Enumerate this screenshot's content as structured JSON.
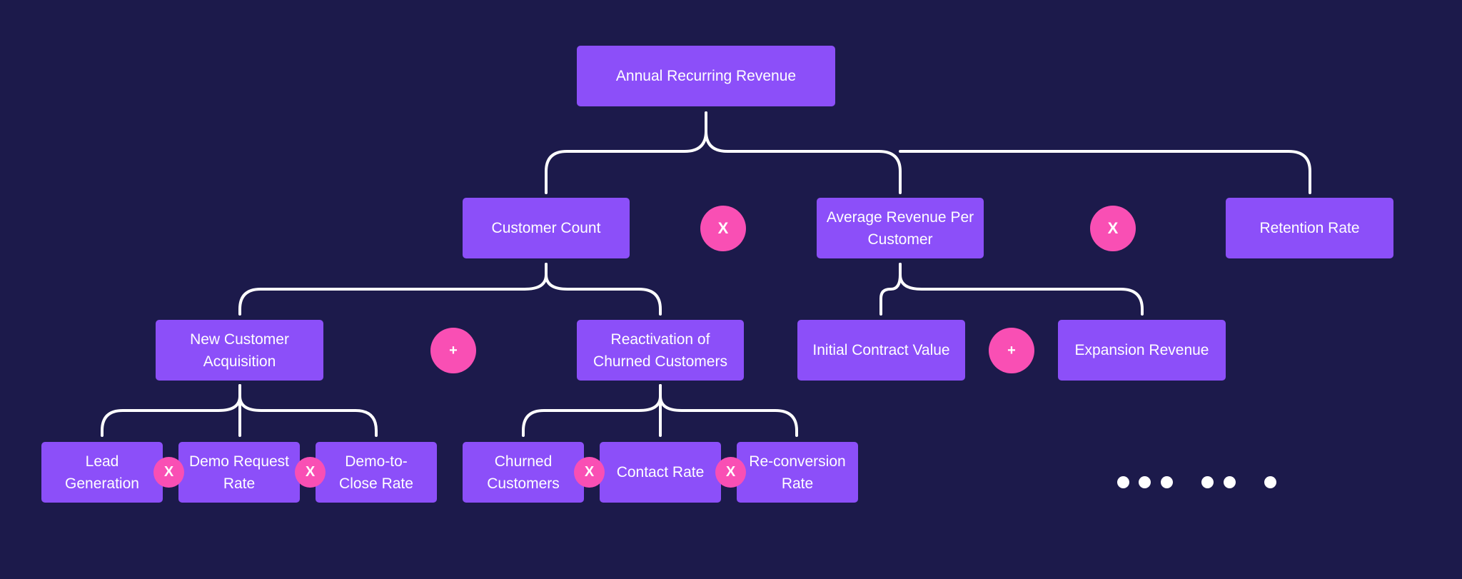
{
  "colors": {
    "background": "#1c1a4b",
    "node": "#8c4ff9",
    "operator": "#f94fb4",
    "line": "#ffffff"
  },
  "nodes": {
    "arr": "Annual Recurring Revenue",
    "customer_count": "Customer Count",
    "arpc": "Average Revenue Per Customer",
    "retention_rate": "Retention Rate",
    "new_customer_acquisition": "New Customer Acquisition",
    "reactivation": "Reactivation of Churned Customers",
    "initial_contract_value": "Initial Contract Value",
    "expansion_revenue": "Expansion Revenue",
    "lead_generation": "Lead Generation",
    "demo_request_rate": "Demo Request Rate",
    "demo_to_close_rate": "Demo-to-Close Rate",
    "churned_customers": "Churned Customers",
    "contact_rate": "Contact Rate",
    "reconversion_rate": "Re-conversion Rate"
  },
  "operators": {
    "multiply": "X",
    "add": "+"
  }
}
